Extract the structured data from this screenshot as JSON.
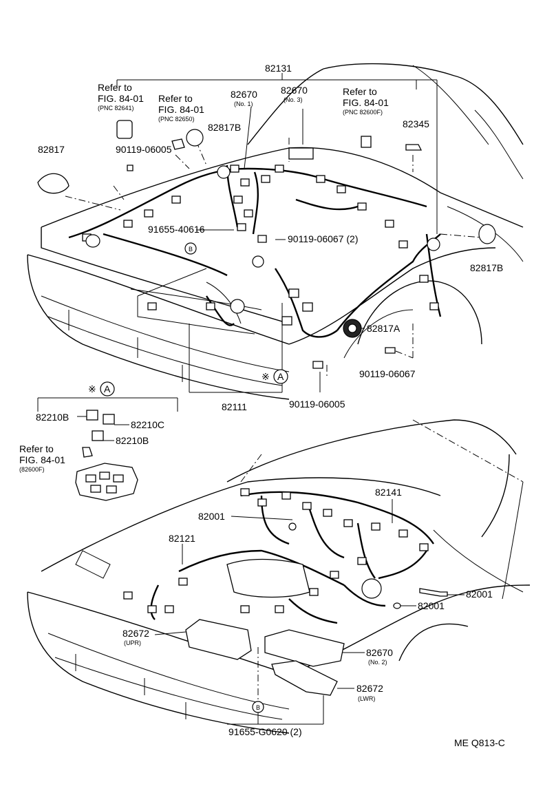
{
  "labels": {
    "p82131": "82131",
    "refer_a1": "Refer to",
    "refer_a2": "FIG. 84-01",
    "refer_a3": "(PNC 82641)",
    "refer_b1": "Refer to",
    "refer_b2": "FIG. 84-01",
    "refer_b3": "(PNC 82650)",
    "p82670_no1": "82670",
    "p82670_no1_sub": "(No. 1)",
    "p82670_no3": "82670",
    "p82670_no3_sub": "(No. 3)",
    "refer_c1": "Refer to",
    "refer_c2": "FIG. 84-01",
    "refer_c3": "(PNC 82600F)",
    "p82345": "82345",
    "p82817": "82817",
    "p90119_06005_top": "90119-06005",
    "p82817B_top": "82817B",
    "p91655_40616": "91655-40616",
    "circle_B_top": "B",
    "p90119_06067_2": "90119-06067 (2)",
    "p82817B_right": "82817B",
    "p82817A": "82817A",
    "p90119_06067": "90119-06067",
    "star_A": "※",
    "circle_A": "A",
    "p82111": "82111",
    "p90119_06005_mid": "90119-06005",
    "inset_star": "※",
    "inset_A": "A",
    "p82210B_1": "82210B",
    "p82210C": "82210C",
    "p82210B_2": "82210B",
    "refer_d1": "Refer to",
    "refer_d2": "FIG. 84-01",
    "refer_d3": "(82600F)",
    "p82141": "82141",
    "p82001_a": "82001",
    "p82121": "82121",
    "p82001_b": "82001",
    "p82001_c": "82001",
    "p82672_upr": "82672",
    "p82672_upr_sub": "(UPR)",
    "p82670_no2": "82670",
    "p82670_no2_sub": "(No. 2)",
    "p82672_lwr": "82672",
    "p82672_lwr_sub": "(LWR)",
    "circle_B_bottom": "B",
    "p91655_G0620": "91655-G0620 (2)",
    "figure_code": "ME Q813-C"
  }
}
